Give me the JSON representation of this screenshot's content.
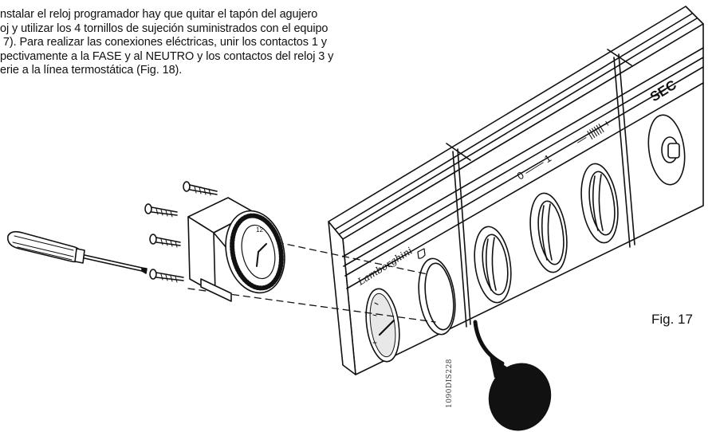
{
  "intro": {
    "lines": [
      "nstalar el reloj programador hay que quitar el tapón del agujero",
      "oj y utilizar los 4 tornillos de sujeción suministrados con el equipo",
      " 7). Para realizar las conexiones eléctricas, unir los contactos 1 y",
      "pectivamente a la FASE y al NEUTRO y los contactos del reloj 3 y",
      "erie a la línea termostática (Fig. 18)."
    ]
  },
  "figure": {
    "label": "Fig. 17",
    "code": "1090DIS228",
    "panel_markings": {
      "sec": "SEC",
      "switch_scale": "0 —— 1",
      "temp_scale": "— |||||| +",
      "brand": "Lamborghini",
      "timer_number": "12"
    }
  }
}
